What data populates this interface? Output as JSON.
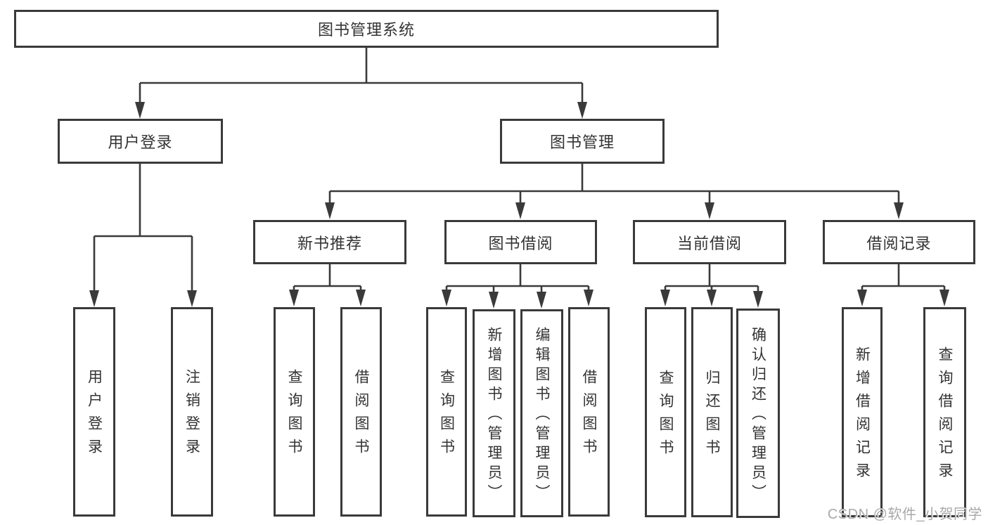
{
  "tree": {
    "root": "图书管理系统",
    "level2": [
      "用户登录",
      "图书管理"
    ],
    "level3": [
      "新书推荐",
      "图书借阅",
      "当前借阅",
      "借阅记录"
    ],
    "leaves": {
      "user_login": [
        "用户登录",
        "注销登录"
      ],
      "new_book_recommend": [
        "查询图书",
        "借阅图书"
      ],
      "book_borrowing": [
        "查询图书",
        "新增图书（管理员）",
        "编辑图书（管理员）",
        "借阅图书"
      ],
      "current_borrowing": [
        "查询图书",
        "归还图书",
        "确认归还（管理员）"
      ],
      "borrowing_records": [
        "新增借阅记录",
        "查询借阅记录"
      ]
    }
  },
  "colors": {
    "line": "#3a3a3a",
    "box_border": "#3a3a3a",
    "text": "#333333",
    "background": "#ffffff",
    "watermark": "#a9a9a9"
  },
  "watermark": "CSDN @软件_小贺同学"
}
